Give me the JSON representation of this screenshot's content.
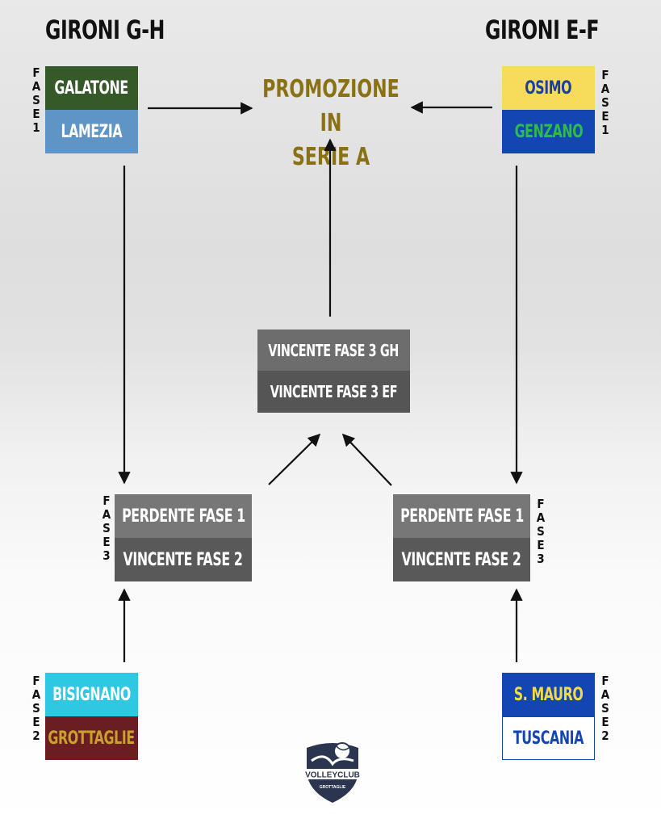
{
  "left_heading": "GIRONI G-H",
  "right_heading": "GIRONI E-F",
  "promotion": {
    "line1": "PROMOZIONE IN",
    "line2": "SERIE A"
  },
  "left_top": {
    "phase_label": [
      "F",
      "A",
      "S",
      "E",
      "1"
    ],
    "teams": [
      {
        "name": "GALATONE",
        "bg": "#36592a",
        "fg": "#ffffff"
      },
      {
        "name": "LAMEZIA",
        "bg": "#5f94c6",
        "fg": "#ffffff"
      }
    ]
  },
  "right_top": {
    "phase_label": [
      "F",
      "A",
      "S",
      "E",
      "1"
    ],
    "teams": [
      {
        "name": "OSIMO",
        "bg": "#f7dc5c",
        "fg": "#1c3fa3"
      },
      {
        "name": "GENZANO",
        "bg": "#1446b3",
        "fg": "#2dbb4a"
      }
    ]
  },
  "center": {
    "rows": [
      {
        "text": "VINCENTE FASE 3 GH",
        "bg": "#6d6d6d",
        "fg": "#ffffff"
      },
      {
        "text": "VINCENTE FASE 3 EF",
        "bg": "#555555",
        "fg": "#ffffff"
      }
    ]
  },
  "left_mid": {
    "phase_label": [
      "F",
      "A",
      "S",
      "E",
      "3"
    ],
    "rows": [
      {
        "text": "PERDENTE FASE 1",
        "bg": "#777777",
        "fg": "#ffffff"
      },
      {
        "text": "VINCENTE FASE 2",
        "bg": "#595959",
        "fg": "#ffffff"
      }
    ]
  },
  "right_mid": {
    "phase_label": [
      "F",
      "A",
      "S",
      "E",
      "3"
    ],
    "rows": [
      {
        "text": "PERDENTE FASE 1",
        "bg": "#777777",
        "fg": "#ffffff"
      },
      {
        "text": "VINCENTE FASE 2",
        "bg": "#595959",
        "fg": "#ffffff"
      }
    ]
  },
  "left_bottom": {
    "phase_label": [
      "F",
      "A",
      "S",
      "E",
      "2"
    ],
    "teams": [
      {
        "name": "BISIGNANO",
        "bg": "#2ec8e3",
        "fg": "#ffffff"
      },
      {
        "name": "GROTTAGLIE",
        "bg": "#6a1e22",
        "fg": "#c9a12e"
      }
    ]
  },
  "right_bottom": {
    "phase_label": [
      "F",
      "A",
      "S",
      "E",
      "2"
    ],
    "teams": [
      {
        "name": "S. MAURO",
        "bg": "#1446b3",
        "fg": "#f3d94a"
      },
      {
        "name": "TUSCANIA",
        "bg": "#ffffff",
        "fg": "#1446b3"
      }
    ]
  },
  "logo": {
    "text_main": "VOLLEYCLUB",
    "text_sub": "GROTTAGLIE",
    "color": "#2b3550"
  }
}
